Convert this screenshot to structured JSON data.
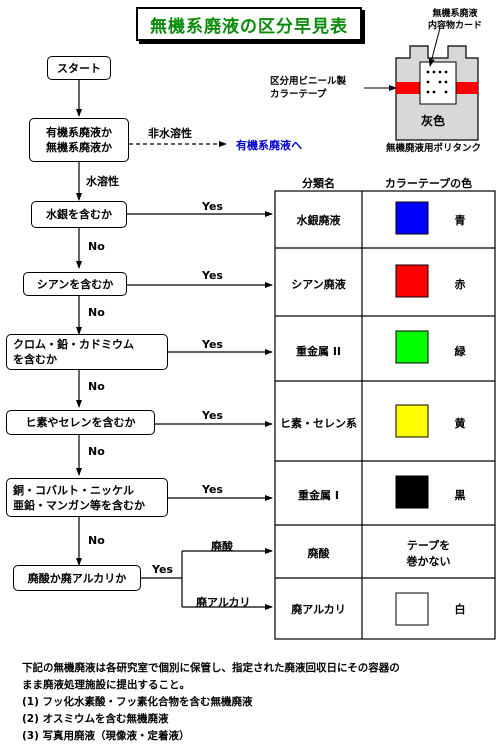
{
  "title": "無機系廃液の区分早見表",
  "tank": {
    "card_label_line1": "無機系廃液",
    "card_label_line2": "内容物カード",
    "tape_label_line1": "区分用ビニール製",
    "tape_label_line2": "カラーテープ",
    "color_text": "灰色",
    "caption": "無機廃液用ポリタンク",
    "tape_color": "#ff0000"
  },
  "flow": {
    "start": "スタート",
    "q_organic": "有機系廃液か\n無機系廃液か",
    "non_water": "非水溶性",
    "organic_result": "有機系廃液へ",
    "water": "水溶性",
    "yes": "Yes",
    "no": "No",
    "q_mercury": "水銀を含むか",
    "q_cyan": "シアンを含むか",
    "q_chrome": "クロム・鉛・カドミウム\nを含むか",
    "q_arsenic": "ヒ素やセレンを含むか",
    "q_copper": "銅・コバルト・ニッケル\n亜鉛・マンガン等を含むか",
    "q_acid": "廃酸か廃アルカリか",
    "acid": "廃酸",
    "alkali": "廃アルカリ"
  },
  "table": {
    "header_name": "分類名",
    "header_color": "カラーテープの色",
    "rows": [
      {
        "name": "水銀廃液",
        "color": "#0000ff",
        "color_name": "青"
      },
      {
        "name": "シアン廃液",
        "color": "#ff0000",
        "color_name": "赤"
      },
      {
        "name": "重金属 II",
        "color": "#00ff00",
        "color_name": "緑"
      },
      {
        "name": "ヒ素・セレン系",
        "color": "#ffff00",
        "color_name": "黄"
      },
      {
        "name": "重金属 I",
        "color": "#000000",
        "color_name": "黒"
      },
      {
        "name": "廃酸",
        "color": "",
        "color_name": "テープを\n巻かない"
      },
      {
        "name": "廃アルカリ",
        "color": "#ffffff",
        "color_name": "白"
      }
    ]
  },
  "notes": [
    "下記の無機廃液は各研究室で個別に保管し、指定された廃液回収日にその容器の",
    "まま廃液処理施設に提出すること。",
    "(1) フッ化水素酸・フッ素化合物を含む無機廃液",
    "(2) オスミウムを含む無機廃液",
    "(3) 写真用廃液（現像液・定着液）"
  ],
  "colors": {
    "title": "#0a8a0a",
    "organic_link": "#0000cc"
  }
}
